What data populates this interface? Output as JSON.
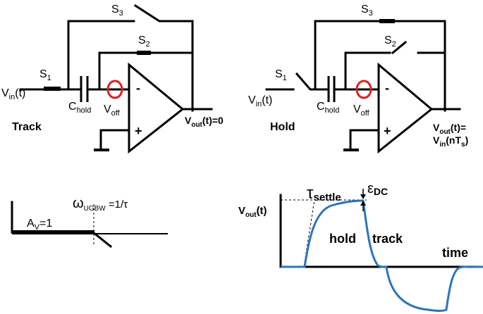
{
  "track": {
    "s3": "S",
    "s3_sub": "3",
    "s2": "S",
    "s2_sub": "2",
    "s1": "S",
    "s1_sub": "1",
    "vin": "V",
    "vin_sub": "in",
    "vin_arg": "(t)",
    "chold": "C",
    "chold_sub": "hold",
    "voff": "V",
    "voff_sub": "off",
    "minus": "-",
    "plus": "+",
    "vout": "V",
    "vout_sub": "out",
    "vout_rest": "(t)=0",
    "mode": "Track"
  },
  "hold": {
    "s3": "S",
    "s3_sub": "3",
    "s2": "S",
    "s2_sub": "2",
    "s1": "S",
    "s1_sub": "1",
    "vin": "V",
    "vin_sub": "in",
    "vin_arg": "(t)",
    "chold": "C",
    "chold_sub": "hold",
    "voff": "V",
    "voff_sub": "off",
    "minus": "-",
    "plus": "+",
    "vout_line1": "V",
    "vout_line1_sub": "out",
    "vout_line1_rest": "(t)=",
    "vout_line2": "V",
    "vout_line2_sub": "in",
    "vout_line2_rest": "(nT",
    "vout_line2_sub2": "s",
    "vout_line2_end": ")",
    "mode": "Hold"
  },
  "bode": {
    "av": "A",
    "av_sub": "V",
    "av_rest": "=1",
    "omega": "ω",
    "omega_sub": "UGBW",
    "omega_rest": " =1/τ"
  },
  "timing": {
    "ylabel": "V",
    "ylabel_sub": "out",
    "ylabel_rest": "(t)",
    "tau": "τ",
    "tau_sub": "settle",
    "eps": "ε",
    "eps_sub": "DC",
    "hold_label": "hold",
    "track_label": "track",
    "time_label": "time"
  },
  "colors": {
    "curve": "#2e75b6",
    "offset_circle": "#e02020"
  }
}
